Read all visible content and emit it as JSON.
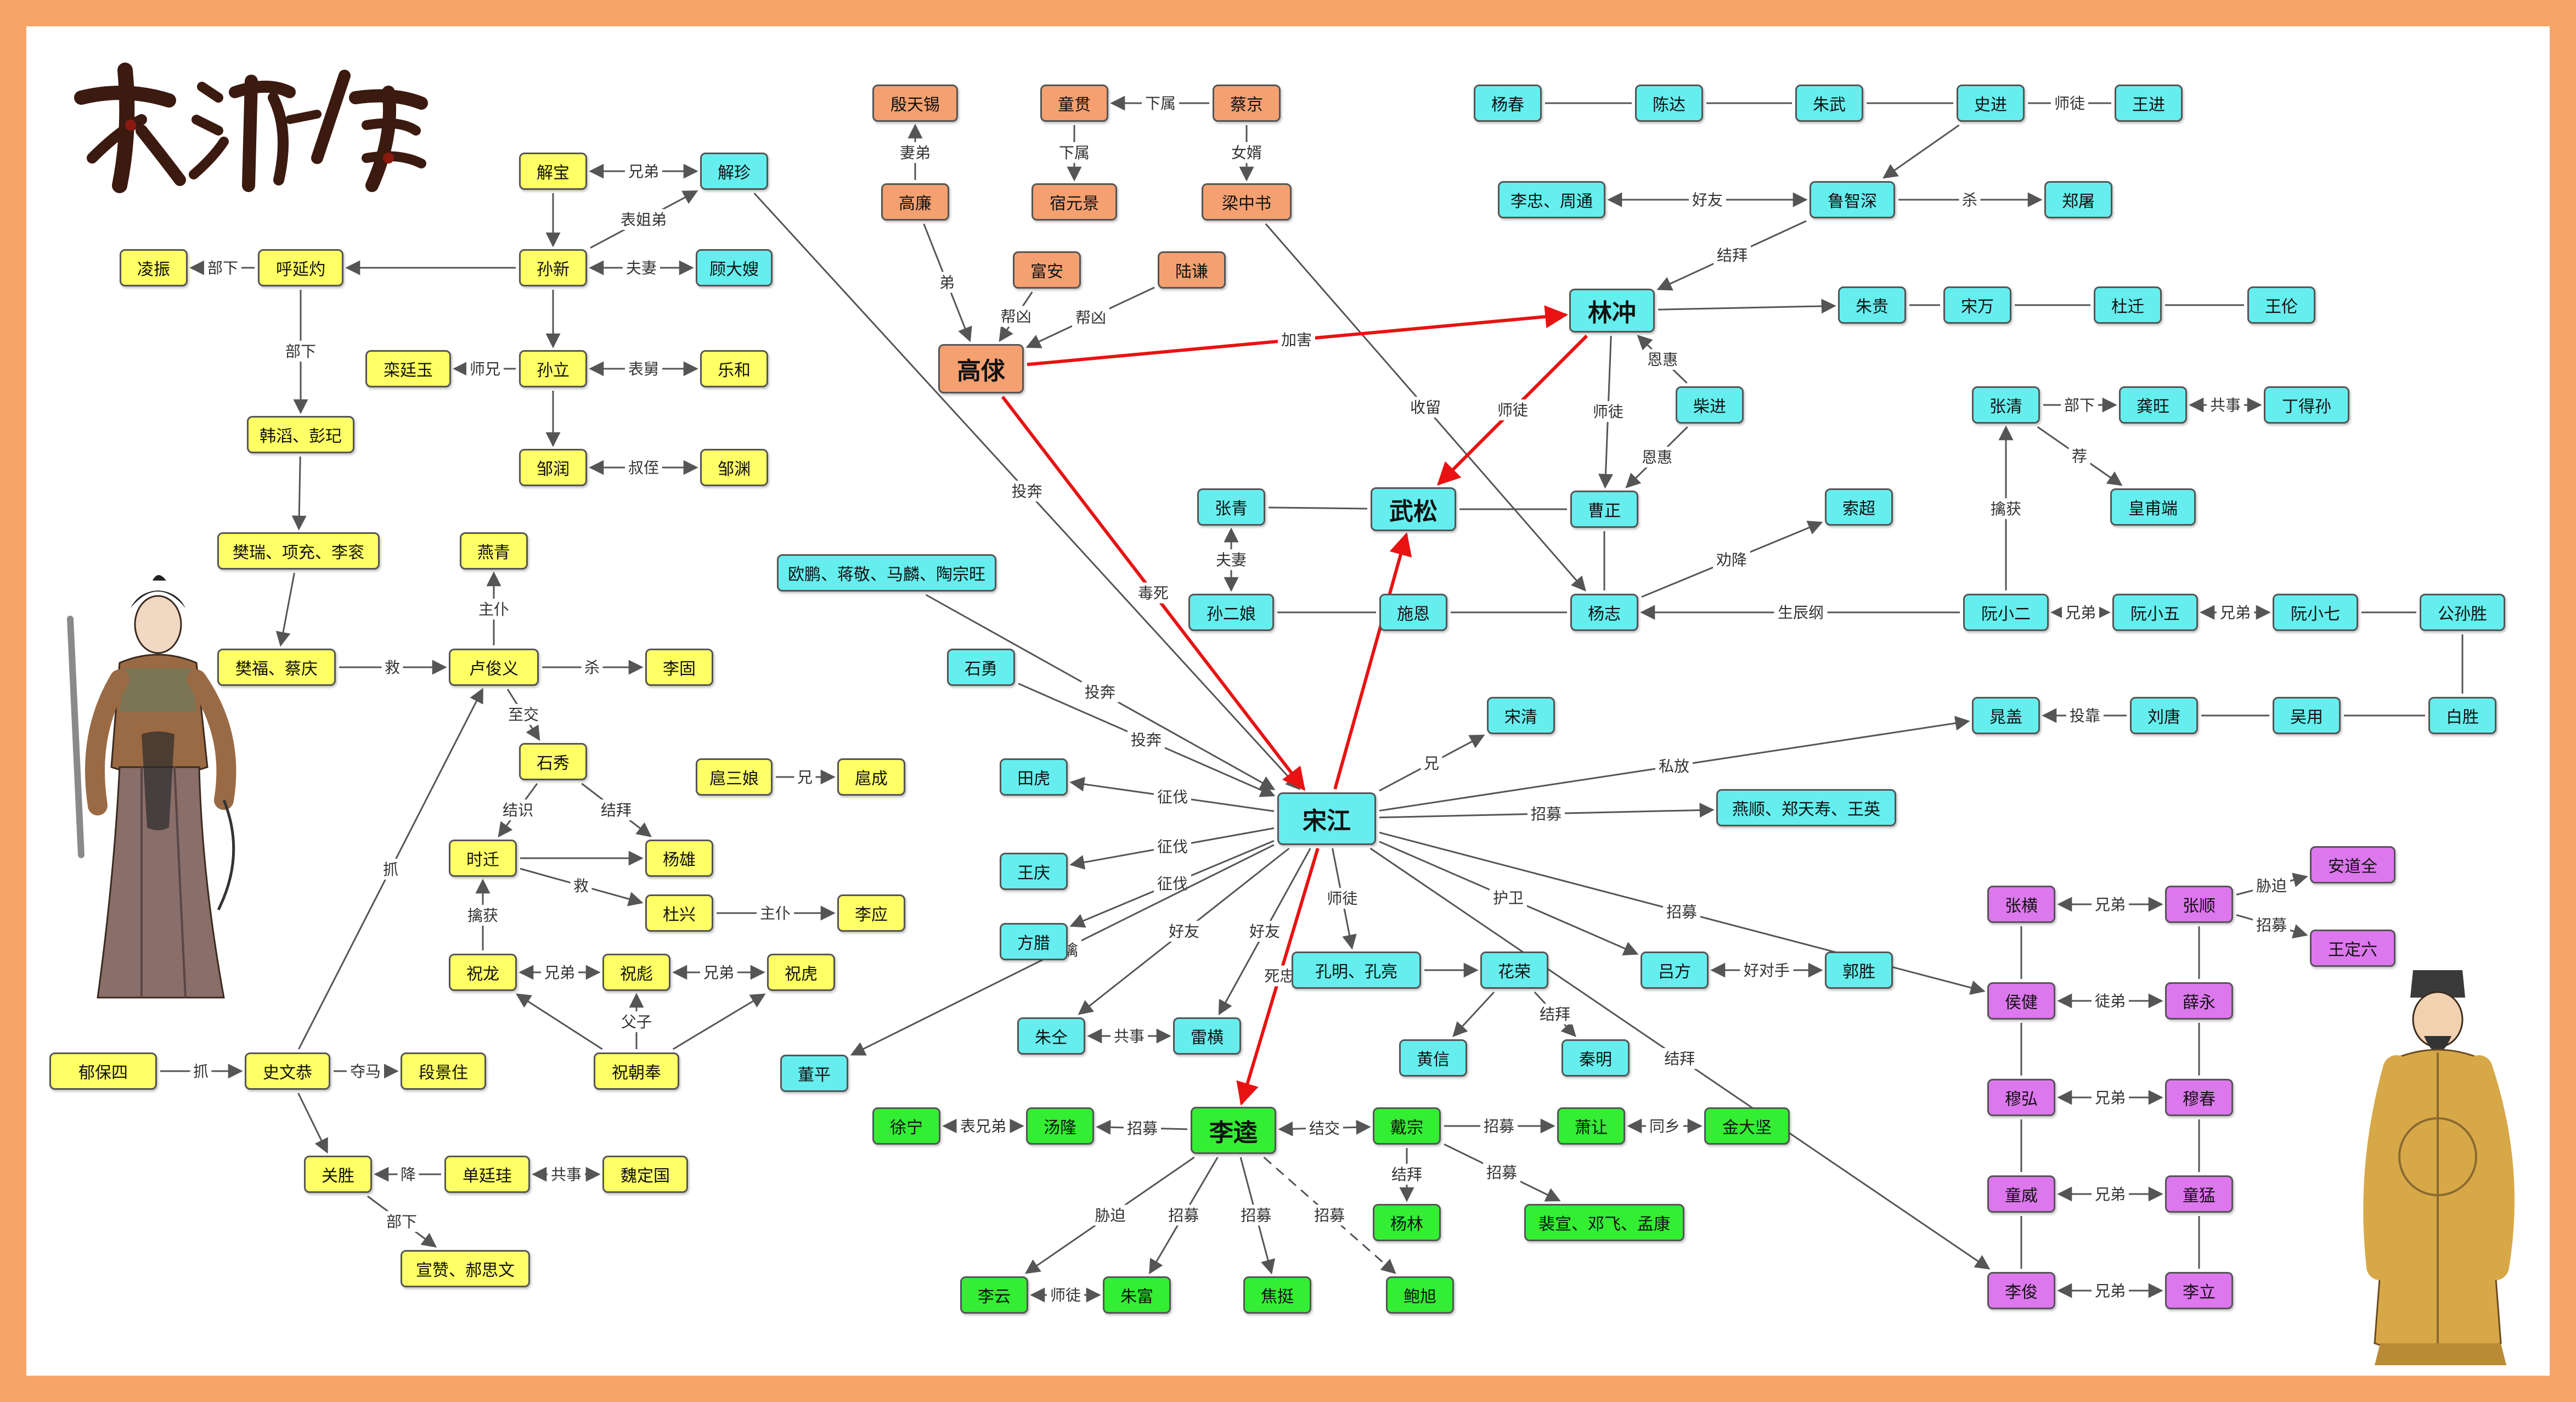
{
  "title": "水浒传",
  "colors": {
    "yellow": "#ffff66",
    "cyan": "#66eeee",
    "orange": "#f5a070",
    "green": "#33ee33",
    "magenta": "#dd77ee",
    "edge": "#555555",
    "highlight": "#e81212",
    "frame": "#f7a468"
  },
  "nodes": {
    "xiebao": "解宝",
    "xiezhen": "解珍",
    "sunxin": "孙新",
    "gudasao": "顾大嫂",
    "huyanzhuo": "呼延灼",
    "lingzhen": "凌振",
    "luantingyu": "栾廷玉",
    "sunli": "孙立",
    "yuehe": "乐和",
    "zourun": "邹润",
    "zouyuan": "邹渊",
    "hantao": "韩滔、彭玘",
    "fanrui": "樊瑞、项充、李衮",
    "fanfu": "樊福、蔡庆",
    "yanqing": "燕青",
    "lujunyi": "卢俊义",
    "liguo": "李固",
    "shixiu": "石秀",
    "husanniang": "扈三娘",
    "hucheng": "扈成",
    "shiqian": "时迁",
    "yangxiong": "杨雄",
    "duxing": "杜兴",
    "liying": "李应",
    "zhulong": "祝龙",
    "zhubiao": "祝彪",
    "zhuhu": "祝虎",
    "zhuchaofeng": "祝朝奉",
    "yubaosi": "郁保四",
    "shiwengong": "史文恭",
    "duanjingzhu": "段景住",
    "guansheng": "关胜",
    "shantinggui": "单廷珪",
    "weidingguo": "魏定国",
    "xuanzan": "宣赞、郝思文",
    "yintianxi": "殷天锡",
    "gaolian": "高廉",
    "tongguan": "童贯",
    "caijing": "蔡京",
    "suyuanjing": "宿元景",
    "liangzhongshu": "梁中书",
    "fuan": "富安",
    "luqian": "陆谦",
    "gaoqiu": "高俅",
    "yangchun": "杨春",
    "chenda": "陈达",
    "zhuwu": "朱武",
    "shijin": "史进",
    "wangjin": "王进",
    "lizhong": "李忠、周通",
    "luzhishen": "鲁智深",
    "zhengtu": "郑屠",
    "linchong": "林冲",
    "zhugui": "朱贵",
    "songwan": "宋万",
    "duqian": "杜迁",
    "wanglun": "王伦",
    "chaijin": "柴进",
    "zhangqing1": "张清",
    "gongwang": "龚旺",
    "dingdesun": "丁得孙",
    "huangfuduan": "皇甫端",
    "zhangqing2": "张青",
    "wusong": "武松",
    "caozheng": "曹正",
    "suochao": "索超",
    "sunerniang": "孙二娘",
    "shien": "施恩",
    "yangzhi": "杨志",
    "ruanxiaoer": "阮小二",
    "ruanxiaowu": "阮小五",
    "ruanxiaoqi": "阮小七",
    "gongsunsheng": "公孙胜",
    "oupeng": "欧鹏、蒋敬、马麟、陶宗旺",
    "shiyong": "石勇",
    "songqing": "宋清",
    "chaogai": "晁盖",
    "liutang": "刘唐",
    "wuyong": "吴用",
    "baisheng": "白胜",
    "tianhu": "田虎",
    "songjiang": "宋江",
    "yanshun": "燕顺、郑天寿、王英",
    "wangqing": "王庆",
    "fangla": "方腊",
    "zhutong": "朱仝",
    "leiheng": "雷横",
    "kongming": "孔明、孔亮",
    "huarong": "花荣",
    "lvfang": "吕方",
    "guosheng": "郭胜",
    "huangxin": "黄信",
    "qinming": "秦明",
    "dongping": "董平",
    "xuning": "徐宁",
    "tanglong": "汤隆",
    "likui": "李逵",
    "daizong": "戴宗",
    "xiaorang": "萧让",
    "jindajian": "金大坚",
    "yanglin": "杨林",
    "peixuan": "裴宣、邓飞、孟康",
    "liyun": "李云",
    "zhufu": "朱富",
    "jiaoting": "焦挺",
    "baoxu": "鲍旭",
    "zhangheng": "张横",
    "zhangshun": "张顺",
    "andaoquan": "安道全",
    "wangdingliu": "王定六",
    "houjian": "侯健",
    "xueyong": "薛永",
    "muhong": "穆弘",
    "muchun": "穆春",
    "tongwei": "童威",
    "tongmeng": "童猛",
    "lijun": "李俊",
    "lili": "李立"
  },
  "edge_labels": {
    "xiongdi": "兄弟",
    "biaojiedi": "表姐弟",
    "fuqi": "夫妻",
    "buxia": "部下",
    "shixiong": "师兄",
    "biaojiu": "表舅",
    "shuzhi": "叔侄",
    "jiu": "救",
    "zhupu": "主仆",
    "sha": "杀",
    "zhijiao": "至交",
    "jiebai": "结拜",
    "jieshi": "结识",
    "zhua": "抓",
    "qinhuo": "擒获",
    "xiong": "兄",
    "fuzi": "父子",
    "duoma": "夺马",
    "jiang": "降",
    "gongshi": "共事",
    "qidi": "妻弟",
    "xiashu": "下属",
    "nvxu": "女婿",
    "di": "弟",
    "bangxiong": "帮凶",
    "jiahai": "加害",
    "toupen": "投奔",
    "dusi": "毒死",
    "shouliu": "收留",
    "shitu": "师徒",
    "haoyou": "好友",
    "enhui": "恩惠",
    "jian": "荐",
    "quanjiang": "劝降",
    "shengchengang": "生辰纲",
    "sifang": "私放",
    "toukao": "投靠",
    "zhengfa": "征伐",
    "shengqin": "生擒",
    "zhaomu": "招募",
    "huwei": "护卫",
    "sizhong": "死忠",
    "haoduishou": "好对手",
    "xiongdi2": "兄弟",
    "biaoxiongdi": "表兄弟",
    "jiejiao": "结交",
    "tongxiang": "同乡",
    "xiepo": "胁迫",
    "tudi": "徒弟"
  }
}
